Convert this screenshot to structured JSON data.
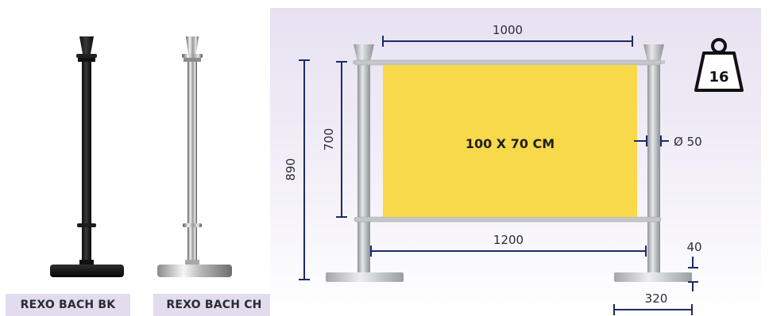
{
  "products": [
    {
      "label": "REXO BACH BK",
      "finish": "black"
    },
    {
      "label": "REXO BACH CH",
      "finish": "chrome"
    }
  ],
  "diagram": {
    "banner_label": "100 X 70 CM",
    "weight_value": "16",
    "dimensions": {
      "banner_width": "1000",
      "banner_height": "700",
      "total_height": "890",
      "post_diameter": "Ø 50",
      "post_spacing": "1200",
      "base_height": "40",
      "base_diameter": "320"
    }
  },
  "colors": {
    "banner": "#f8d94a",
    "dimension_line": "#1e2a66",
    "panel_bg": "#ede8f5",
    "label_bg": "#e3dcef",
    "post_metal": "#b9bcc0"
  },
  "icons": [
    "weight-icon"
  ]
}
